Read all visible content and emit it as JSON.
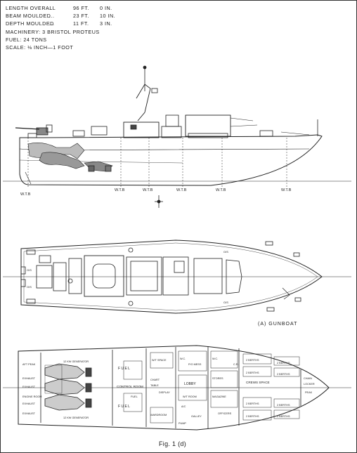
{
  "specs": {
    "length": {
      "name": "LENGTH OVERALL",
      "dots": "...",
      "value": "96 ft.",
      "value2": "0 in."
    },
    "beam": {
      "name": "BEAM MOULDED",
      "dots": "...",
      "value": "23 ft.",
      "value2": "10 in."
    },
    "depth": {
      "name": "DEPTH MOULDED",
      "dots": "...",
      "value": "11 ft.",
      "value2": "3 in."
    },
    "machinery": "MACHINERY: 3 BRISTOL PROTEUS",
    "fuel": "FUEL: 24 TONS",
    "scale": "SCALE: ⅛ INCH—1 FOOT"
  },
  "profile": {
    "wtb_labels": [
      "W.T.B",
      "W.T.B",
      "W.T.B",
      "W.T.B",
      "W.T.B",
      "W.T.B"
    ]
  },
  "deck_plan": {
    "caption": "(A) GUNBOAT",
    "markings": [
      "O/S",
      "O/S",
      "O/S",
      "O/S"
    ]
  },
  "lower_plan": {
    "compartments": {
      "aft_peak": "AFT PEAK",
      "exhaust_1": "EXHAUST",
      "exhaust_2": "EXHAUST",
      "exhaust_3": "EXHAUST",
      "exhaust_4": "EXHAUST",
      "engine_room": "ENGINE ROOM",
      "generator_1": "12 KW GENERATOR",
      "generator_2": "12 KW GENERATOR",
      "control_room": "CONTROL ROOM",
      "fuel_1": "F U E L",
      "fuel_2": "F U E L",
      "fuel_3": "FUEL",
      "wt_space": "W/T SPACE",
      "chart": "CHART",
      "table": "TABLE",
      "wc_1": "W.C.",
      "wc_2": "W.C.",
      "po_mess": "P/O MESS",
      "lobby": "LOBBY",
      "stores": "STORES",
      "magazine": "MAGAZINE",
      "crews_space": "CREWS SPACE",
      "galley": "GALLEY",
      "officers": "OFFICERS",
      "wardroom": "WARDROOM",
      "ac": "A/C",
      "display": "DISPLAY",
      "wt_room": "W/T ROOM",
      "berths_1": "2 BERTHS",
      "berths_2": "2 BERTHS",
      "berths_3": "2 BERTHS",
      "berths_4": "2 BERTHS",
      "berths_5": "2 BERTHS",
      "berths_6": "2 BERTHS",
      "berths_7": "2 BERTHS",
      "berths_8": "2 BERTHS",
      "peak": "PEAK",
      "chain": "CHAIN",
      "locker": "LOCKER",
      "cr": "C.R.",
      "pump": "PUMP"
    }
  },
  "caption": "Fig. 1 (d)"
}
